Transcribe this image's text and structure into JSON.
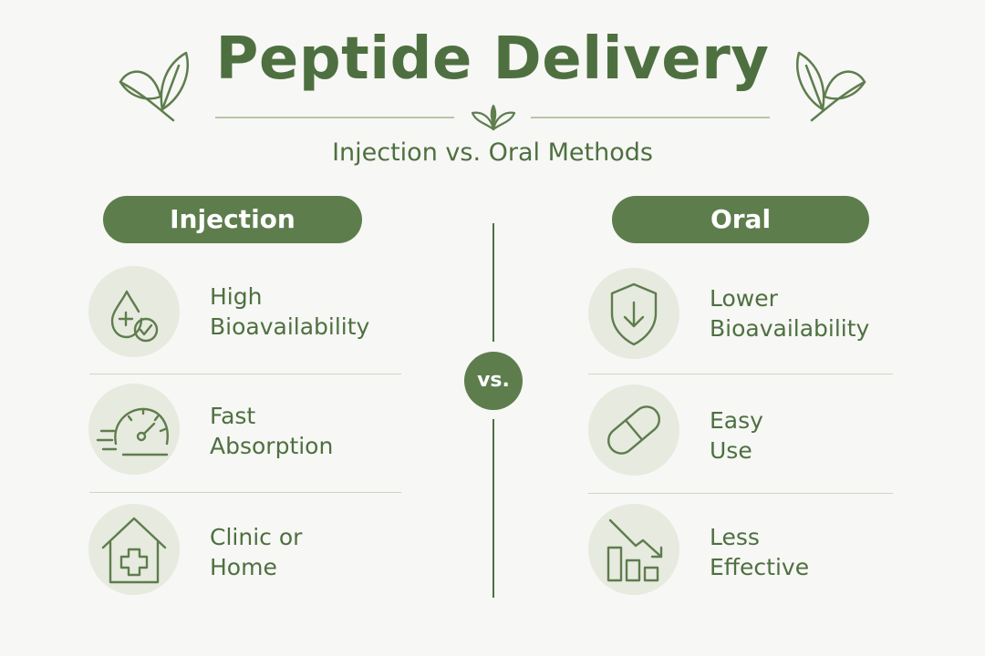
{
  "header": {
    "title": "Peptide Delivery",
    "subtitle": "Injection vs. Oral Methods"
  },
  "left": {
    "heading": "Injection",
    "items": [
      {
        "line1": "High",
        "line2": "Bioavailability",
        "icon": "drop-plus-check-icon"
      },
      {
        "line1": "Fast",
        "line2": "Absorption",
        "icon": "speedometer-icon"
      },
      {
        "line1": "Clinic or",
        "line2": "Home",
        "icon": "house-cross-icon"
      }
    ]
  },
  "right": {
    "heading": "Oral",
    "items": [
      {
        "line1": "Lower",
        "line2": "Bioavailability",
        "icon": "shield-down-arrow-icon"
      },
      {
        "line1": "Easy",
        "line2": "Use",
        "icon": "capsule-icon"
      },
      {
        "line1": "Less",
        "line2": "Effective",
        "icon": "declining-bar-chart-icon"
      }
    ]
  },
  "divider": {
    "label": "vs."
  },
  "colors": {
    "primary": "#5e7d4d",
    "text": "#4e7040",
    "icon_bg": "#e7eadf",
    "background": "#f7f7f5"
  }
}
